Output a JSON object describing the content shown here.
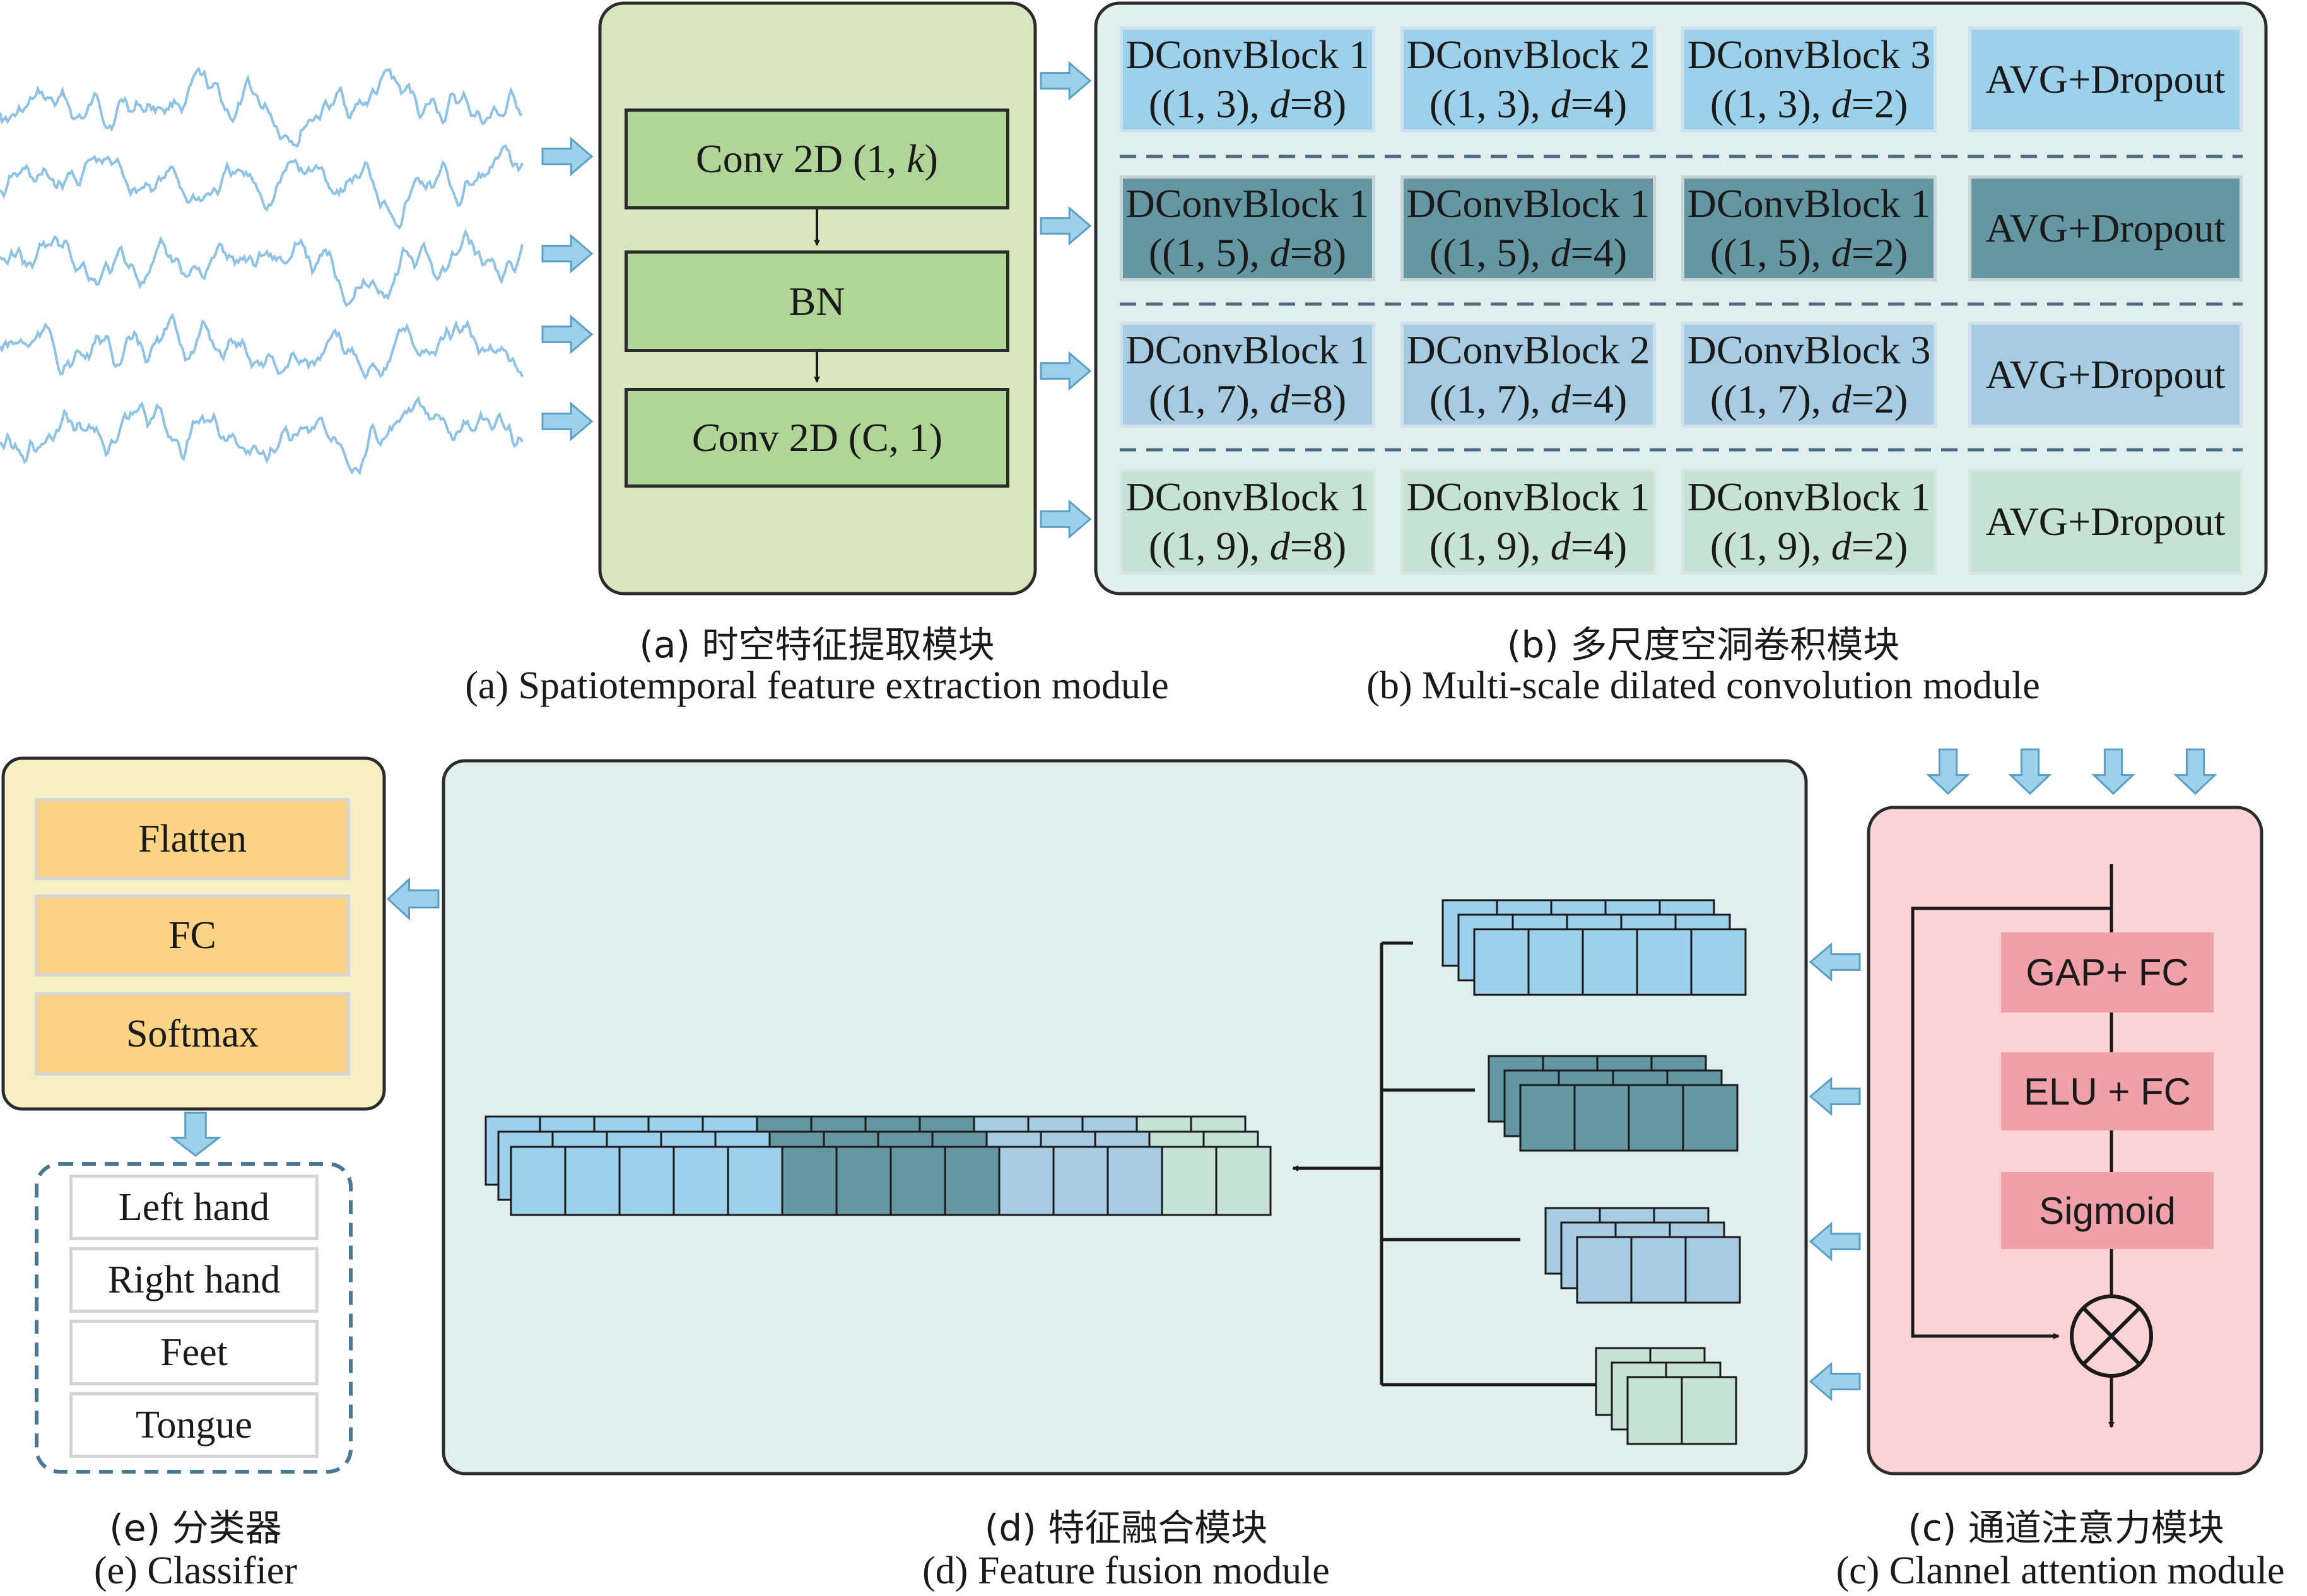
{
  "colors": {
    "accent_blue": "#9dd0ea",
    "teal_dark": "#6597a2",
    "blue_mid": "#a7cbe0",
    "mint": "#c6e1d6",
    "green_block": "#b0d596",
    "panel_green": "#d8e6be",
    "panel_blue": "#e1eeee",
    "panel_yellow": "#f6efc4",
    "orange": "#fdd386",
    "pink_panel": "#fcd3d5",
    "pink_box": "#f0a0a8",
    "arrow_fill": "#9dd0ea",
    "arrow_stroke": "#5b9fc4",
    "signal": "#8ec3e6"
  },
  "panel_a": {
    "blocks": {
      "conv1": "Conv 2D (1, k)",
      "bn": "BN",
      "conv2": "Conv 2D (C, 1)"
    },
    "caption_zh": "(a) 时空特征提取模块",
    "caption_en": "(a) Spatiotemporal feature extraction module"
  },
  "panel_b": {
    "rows": [
      {
        "blocks": [
          {
            "line1": "DConvBlock 1",
            "line2": "((1, 3), d=8)"
          },
          {
            "line1": "DConvBlock 2",
            "line2": "((1, 3), d=4)"
          },
          {
            "line1": "DConvBlock 3",
            "line2": "((1, 3), d=2)"
          }
        ],
        "avg": "AVG+Dropout"
      },
      {
        "blocks": [
          {
            "line1": "DConvBlock 1",
            "line2": "((1, 5), d=8)"
          },
          {
            "line1": "DConvBlock 1",
            "line2": "((1, 5), d=4)"
          },
          {
            "line1": "DConvBlock 1",
            "line2": "((1, 5), d=2)"
          }
        ],
        "avg": "AVG+Dropout"
      },
      {
        "blocks": [
          {
            "line1": "DConvBlock 1",
            "line2": "((1, 7), d=8)"
          },
          {
            "line1": "DConvBlock 2",
            "line2": "((1, 7), d=4)"
          },
          {
            "line1": "DConvBlock 3",
            "line2": "((1, 7), d=2)"
          }
        ],
        "avg": "AVG+Dropout"
      },
      {
        "blocks": [
          {
            "line1": "DConvBlock 1",
            "line2": "((1, 9), d=8)"
          },
          {
            "line1": "DConvBlock 1",
            "line2": "((1, 9), d=4)"
          },
          {
            "line1": "DConvBlock 1",
            "line2": "((1, 9), d=2)"
          }
        ],
        "avg": "AVG+Dropout"
      }
    ],
    "caption_zh": "(b) 多尺度空洞卷积模块",
    "caption_en": "(b) Multi-scale dilated convolution module"
  },
  "panel_c": {
    "blocks": [
      "GAP+ FC",
      "ELU + FC",
      "Sigmoid"
    ],
    "caption_zh": "(c) 通道注意力模块",
    "caption_en": "(c) Clannel attention module"
  },
  "panel_d": {
    "caption_zh": "(d) 特征融合模块",
    "caption_en": "(d) Feature fusion module"
  },
  "panel_e": {
    "layers": [
      "Flatten",
      "FC",
      "Softmax"
    ],
    "outputs": [
      "Left hand",
      "Right hand",
      "Feet",
      "Tongue"
    ],
    "caption_zh": "(e) 分类器",
    "caption_en": "(e) Classifier"
  }
}
